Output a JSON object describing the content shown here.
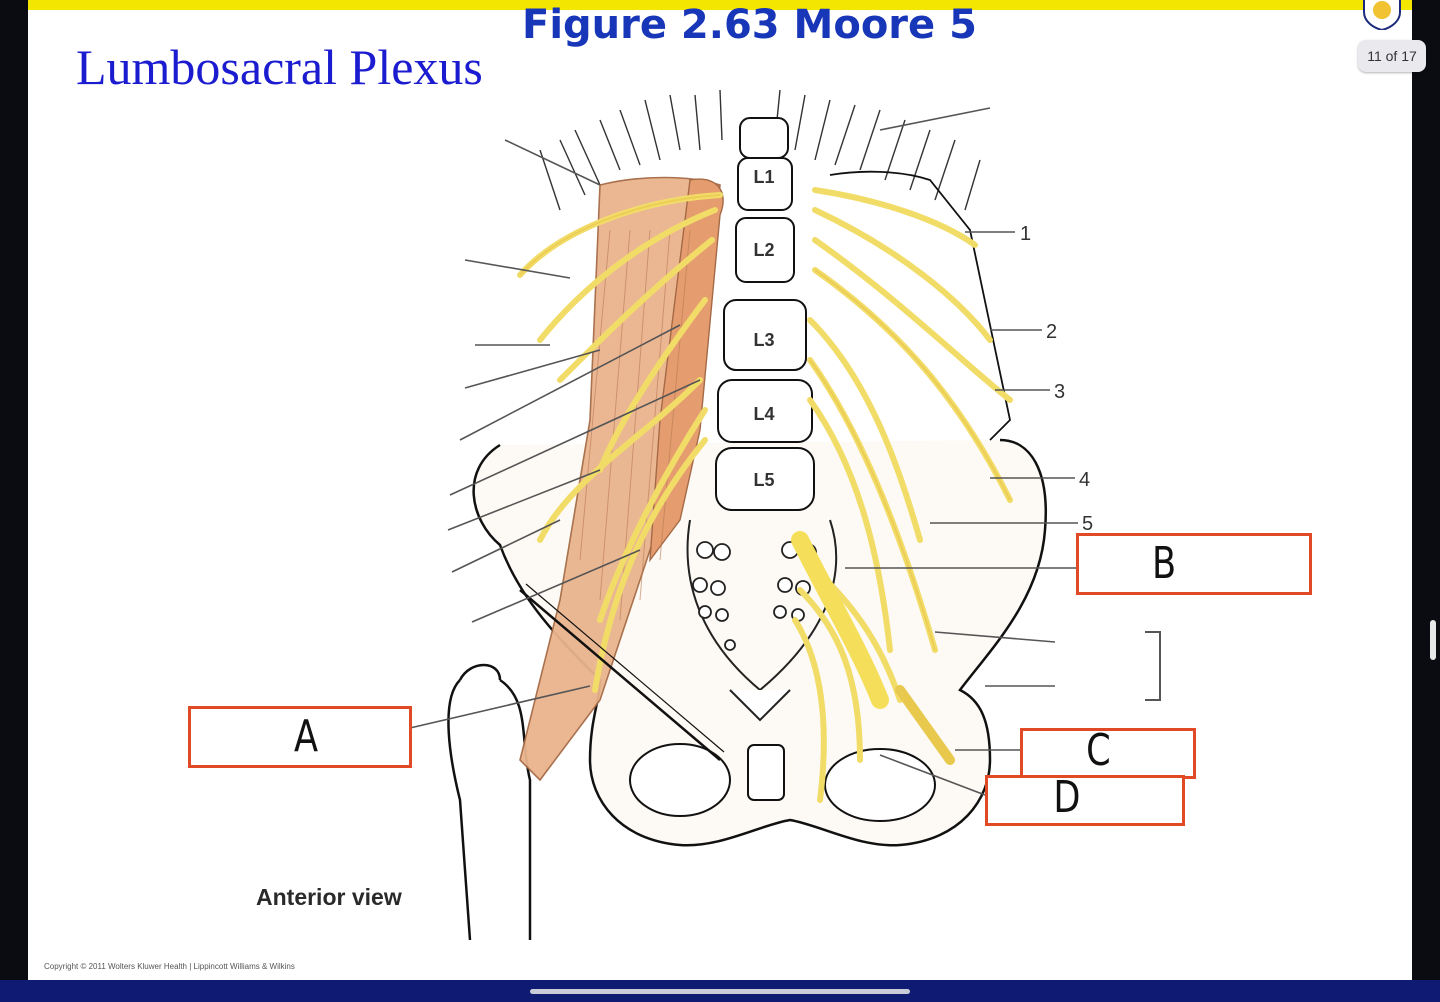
{
  "header": {
    "figure_label": "Figure 2.63 Moore 5",
    "slide_title": "Lumbosacral Plexus",
    "page_counter": "11 of 17"
  },
  "diagram": {
    "vertebrae": [
      "L1",
      "L2",
      "L3",
      "L4",
      "L5"
    ],
    "numbered_labels": [
      "1",
      "2",
      "3",
      "4",
      "5"
    ],
    "answer_labels": [
      "A",
      "B",
      "C",
      "D"
    ],
    "view_caption": "Anterior view",
    "copyright": "Copyright © 2011 Wolters Kluwer Health | Lippincott Williams & Wilkins"
  },
  "colors": {
    "nerve": "#f2dc68",
    "muscle": "#eab48e",
    "box_border": "#e04a25",
    "title_blue": "#1b1bd0",
    "figure_blue": "#1836b8",
    "top_strip": "#f3e600",
    "bottom_bar": "#0f1a72"
  }
}
